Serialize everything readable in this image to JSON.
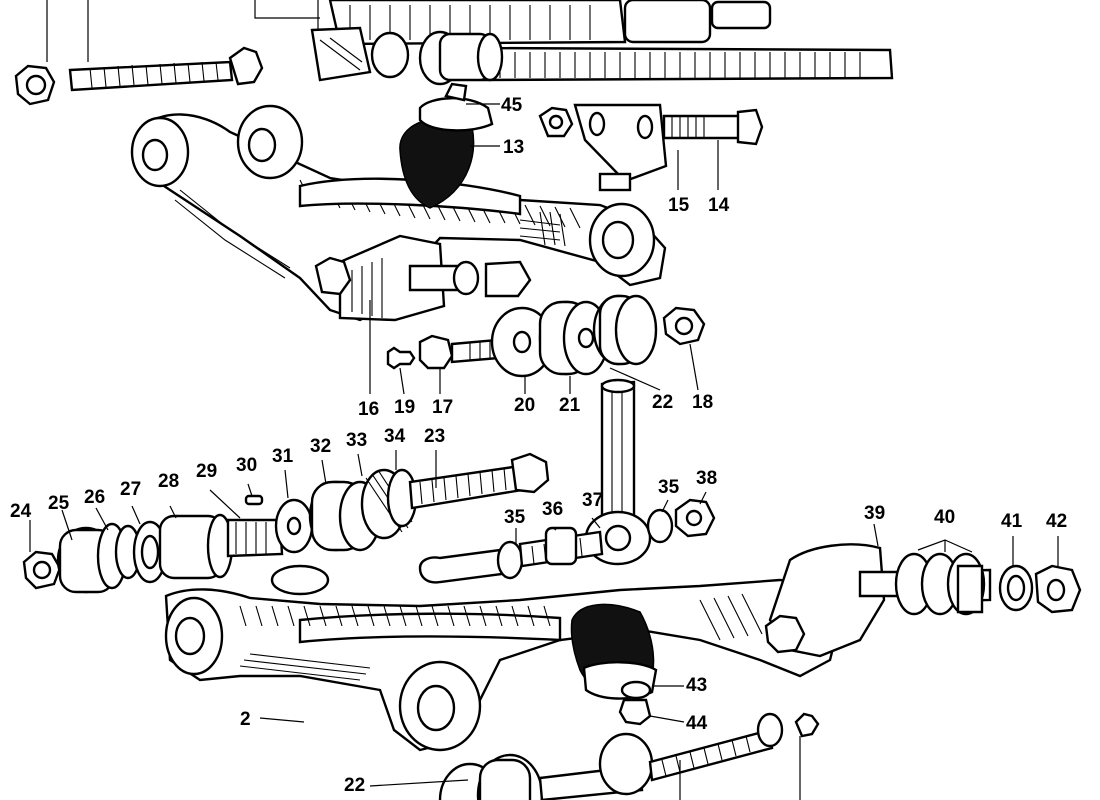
{
  "diagram": {
    "callouts": [
      {
        "id": "45",
        "text": "45"
      },
      {
        "id": "13",
        "text": "13"
      },
      {
        "id": "15",
        "text": "15"
      },
      {
        "id": "14",
        "text": "14"
      },
      {
        "id": "16",
        "text": "16"
      },
      {
        "id": "19",
        "text": "19"
      },
      {
        "id": "17",
        "text": "17"
      },
      {
        "id": "20",
        "text": "20"
      },
      {
        "id": "21",
        "text": "21"
      },
      {
        "id": "22a",
        "text": "22"
      },
      {
        "id": "18",
        "text": "18"
      },
      {
        "id": "24",
        "text": "24"
      },
      {
        "id": "25",
        "text": "25"
      },
      {
        "id": "26",
        "text": "26"
      },
      {
        "id": "27",
        "text": "27"
      },
      {
        "id": "28",
        "text": "28"
      },
      {
        "id": "29",
        "text": "29"
      },
      {
        "id": "30",
        "text": "30"
      },
      {
        "id": "31",
        "text": "31"
      },
      {
        "id": "32",
        "text": "32"
      },
      {
        "id": "33",
        "text": "33"
      },
      {
        "id": "34",
        "text": "34"
      },
      {
        "id": "23",
        "text": "23"
      },
      {
        "id": "35a",
        "text": "35"
      },
      {
        "id": "36",
        "text": "36"
      },
      {
        "id": "37",
        "text": "37"
      },
      {
        "id": "35b",
        "text": "35"
      },
      {
        "id": "38",
        "text": "38"
      },
      {
        "id": "39",
        "text": "39"
      },
      {
        "id": "40",
        "text": "40"
      },
      {
        "id": "41",
        "text": "41"
      },
      {
        "id": "42",
        "text": "42"
      },
      {
        "id": "43",
        "text": "43"
      },
      {
        "id": "44",
        "text": "44"
      },
      {
        "id": "2",
        "text": "2"
      },
      {
        "id": "22b",
        "text": "22"
      }
    ]
  }
}
